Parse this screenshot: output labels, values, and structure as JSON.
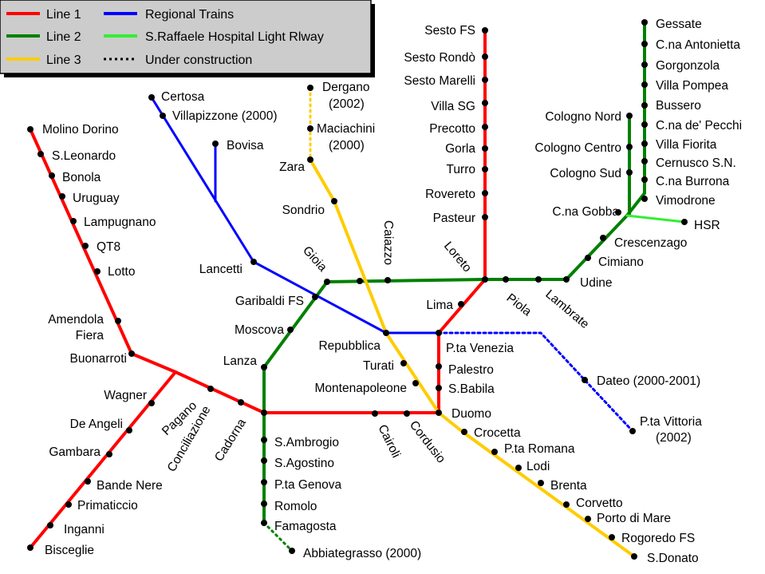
{
  "legend": {
    "items": [
      {
        "key": "line1",
        "label": "Line 1",
        "color": "#ff0000",
        "dash": false
      },
      {
        "key": "line2",
        "label": "Line 2",
        "color": "#008000",
        "dash": false
      },
      {
        "key": "line3",
        "label": "Line 3",
        "color": "#ffcc00",
        "dash": false
      },
      {
        "key": "regional",
        "label": "Regional Trains",
        "color": "#0000ff",
        "dash": false
      },
      {
        "key": "hsr",
        "label": "S.Raffaele Hospital Light Rlway",
        "color": "#33ee33",
        "dash": false
      },
      {
        "key": "construction",
        "label": "Under construction",
        "color": "#000000",
        "dash": true
      }
    ]
  },
  "lines": {
    "line1": {
      "color": "#ff0000"
    },
    "line2": {
      "color": "#008000"
    },
    "line3": {
      "color": "#ffcc00"
    },
    "regional": {
      "color": "#0000ff"
    },
    "hsr": {
      "color": "#33ee33"
    },
    "construction": {
      "color": "#000000"
    }
  },
  "stations": {
    "sesto_fs": "Sesto FS",
    "sesto_rondo": "Sesto Rondò",
    "sesto_marelli": "Sesto Marelli",
    "villa_sg": "Villa SG",
    "precotto": "Precotto",
    "gorla": "Gorla",
    "turro": "Turro",
    "rovereto": "Rovereto",
    "pasteur": "Pasteur",
    "loreto": "Loreto",
    "lima": "Lima",
    "pta_venezia": "P.ta Venezia",
    "palestro": "Palestro",
    "sbabila": "S.Babila",
    "duomo": "Duomo",
    "cordusio": "Cordusio",
    "cairoli": "Cairoli",
    "cadorna": "Cadorna",
    "conciliazione": "Conciliazione",
    "pagano": "Pagano",
    "buonarroti": "Buonarroti",
    "amendola_fiera_1": "Amendola",
    "amendola_fiera_2": "Fiera",
    "lotto": "Lotto",
    "qt8": "QT8",
    "lampugnano": "Lampugnano",
    "uruguay": "Uruguay",
    "bonola": "Bonola",
    "sleonardo": "S.Leonardo",
    "molino_dorino": "Molino Dorino",
    "wagner": "Wagner",
    "de_angeli": "De Angeli",
    "gambara": "Gambara",
    "bande_nere": "Bande Nere",
    "primaticcio": "Primaticcio",
    "inganni": "Inganni",
    "bisceglie": "Bisceglie",
    "gessate": "Gessate",
    "cna_antonietta": "C.na Antonietta",
    "gorgonzola": "Gorgonzola",
    "villa_pompea": "Villa Pompea",
    "bussero": "Bussero",
    "cna_pecchi": "C.na de' Pecchi",
    "villa_fiorita": "Villa Fiorita",
    "cernusco": "Cernusco S.N.",
    "cna_burrona": "C.na Burrona",
    "vimodrone": "Vimodrone",
    "cologno_nord": "Cologno Nord",
    "cologno_centro": "Cologno Centro",
    "cologno_sud": "Cologno Sud",
    "cna_gobba": "C.na Gobba",
    "hsr": "HSR",
    "crescenzago": "Crescenzago",
    "cimiano": "Cimiano",
    "udine": "Udine",
    "lambrate": "Lambrate",
    "piola": "Piola",
    "caiazzo": "Caiazzo",
    "gioia": "Gioia",
    "garibaldi": "Garibaldi FS",
    "moscova": "Moscova",
    "lanza": "Lanza",
    "sambrogio": "S.Ambrogio",
    "sagostino": "S.Agostino",
    "pta_genova": "P.ta Genova",
    "romolo": "Romolo",
    "famagosta": "Famagosta",
    "abbiategrasso": "Abbiategrasso (2000)",
    "certosa": "Certosa",
    "villapizzone": "Villapizzone (2000)",
    "bovisa": "Bovisa",
    "lancetti": "Lancetti",
    "repubblica": "Repubblica",
    "dergano_1": "Dergano",
    "dergano_2": "(2002)",
    "maciachini_1": "Maciachini",
    "maciachini_2": "(2000)",
    "zara": "Zara",
    "sondrio": "Sondrio",
    "turati": "Turati",
    "montenapoleone": "Montenapoleone",
    "crocetta": "Crocetta",
    "pta_romana": "P.ta Romana",
    "lodi": "Lodi",
    "brenta": "Brenta",
    "corvetto": "Corvetto",
    "porto_di_mare": "Porto di Mare",
    "rogoredo": "Rogoredo FS",
    "sdonato": "S.Donato",
    "dateo": "Dateo (2000-2001)",
    "pta_vittoria_1": "P.ta Vittoria",
    "pta_vittoria_2": "(2002)"
  }
}
